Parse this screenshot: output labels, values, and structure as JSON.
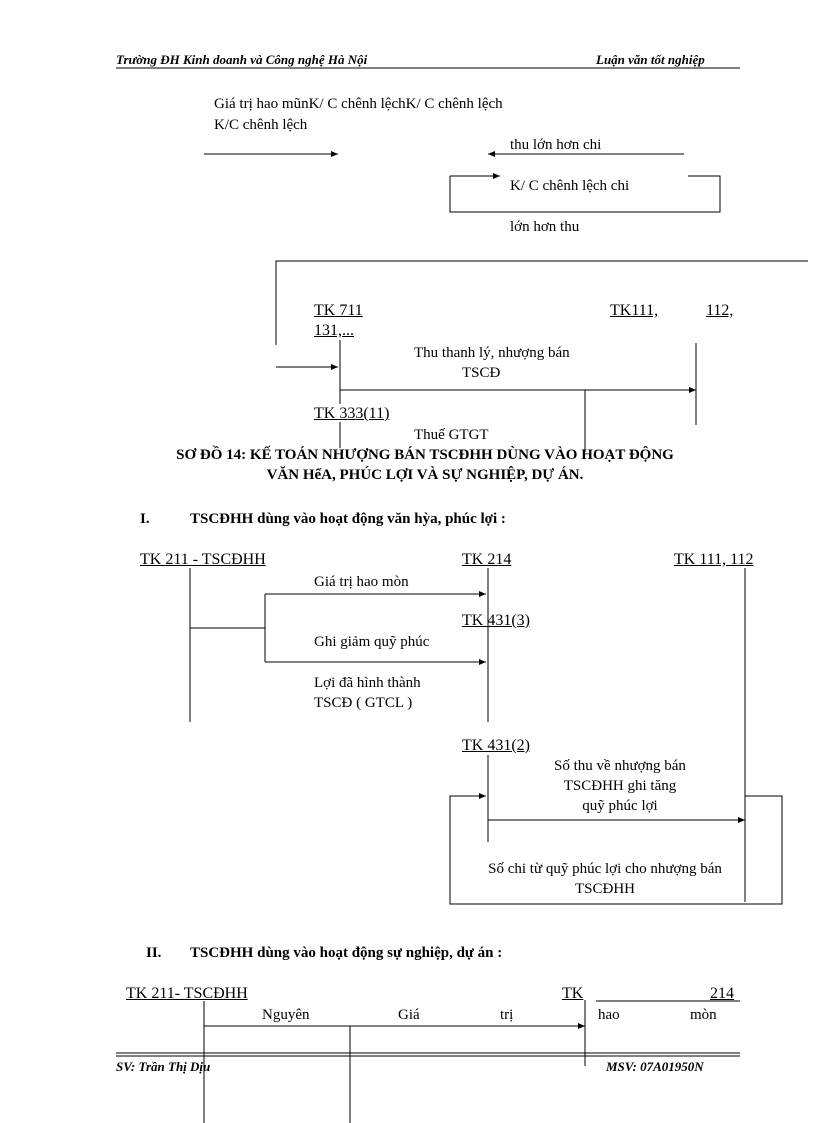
{
  "header": {
    "left": "Trường ĐH Kinh doanh và Công nghệ Hà Nội",
    "right": "Luận văn tốt nghiệp"
  },
  "top_diagram": {
    "line1": "Giá trị hao mũnK/ C chênh lệchK/ C chênh lệch",
    "line2": "K/C chênh lệch",
    "thu_lon_hon_chi": "thu lớn hơn chi",
    "kc_chenh_lech_chi": "K/ C chênh lệch chi",
    "lon_hon_thu": "lớn hơn thu",
    "tk711": "TK 711",
    "tk131": "131,...",
    "tk111_a": "TK111,",
    "tk111_b": "112,",
    "thu_thanh_ly": "Thu thanh lý, nhượng bán",
    "tscd": "TSCĐ",
    "tk333": "TK 333(11)",
    "thue_gtgt": "Thuế GTGT"
  },
  "diagram14": {
    "title_line1": "SƠ ĐỒ 14: KẾ TOÁN NHƯỢNG BÁN TSCĐHH DÙNG VÀO HOẠT ĐỘNG",
    "title_line2": "VĂN HểA, PHÚC LỢI VÀ SỰ NGHIỆP, DỰ ÁN."
  },
  "section1": {
    "number": "I.",
    "heading": "TSCĐHH dùng vào hoạt động văn hỳa, phúc lợi :",
    "tk211": "TK 211 - TSCĐHH",
    "tk214": "TK 214",
    "tk111": "TK 111, 112",
    "gia_tri_hao_mon": "Giá trị hao mòn",
    "tk431_3": "TK 431(3)",
    "ghi_giam": "Ghi giảm quỹ phúc",
    "loi_da_hinh_thanh": "Lợi đã hình thành",
    "tscd_gtcl": "TSCĐ ( GTCL )",
    "tk431_2": "TK 431(2)",
    "so_thu_1": "Số thu về nhượng bán",
    "so_thu_2": "TSCĐHH ghi tăng",
    "so_thu_3": "quỹ phúc lợi",
    "so_chi_1": "Số chi từ quỹ phúc lợi cho nhượng bán",
    "so_chi_2": "TSCĐHH"
  },
  "section2": {
    "number": "II.",
    "heading": "TSCĐHH dùng vào hoạt động sự nghiệp, dự án :",
    "tk211": "TK 211- TSCĐHH",
    "tk_a": "TK",
    "tk_b": "214",
    "nguyen": "Nguyên",
    "gia": "Giá",
    "tri": "trị",
    "hao": "hao",
    "mon": "mòn"
  },
  "footer": {
    "left": "SV: Trần Thị Dịu",
    "right": "MSV: 07A01950N"
  }
}
